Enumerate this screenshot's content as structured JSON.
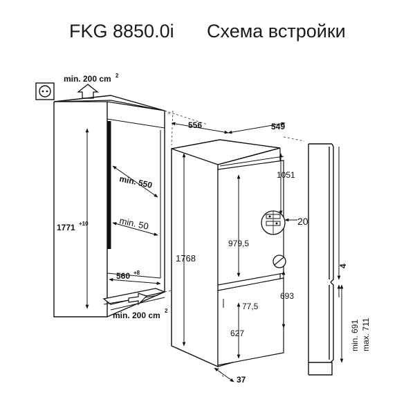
{
  "header": {
    "model": "FKG 8850.0i",
    "subtitle": "Схема встройки"
  },
  "labels": {
    "vent_top": "min. 200 cm",
    "vent_top_sup": "2",
    "vent_bottom": "min. 200 cm",
    "vent_bottom_sup": "2",
    "niche_height": "1771",
    "niche_height_tol": "+10",
    "niche_depth": "min. 550",
    "gap": "min. 50",
    "niche_width": "560",
    "niche_width_tol": "+8",
    "unit_width": "556",
    "unit_depth": "549",
    "unit_height": "1768",
    "fridge_door": "1051",
    "fridge_inner": "979,5",
    "hinge_gap": "20",
    "freezer_door": "693",
    "offset": "77,5",
    "freezer_inner": "627",
    "toe": "37",
    "door_gap": "4",
    "door_min": "min. 691",
    "door_max": "max. 711"
  },
  "icons": {
    "socket": "power-socket-icon",
    "vent_arrows": "airflow-arrow-icon"
  }
}
